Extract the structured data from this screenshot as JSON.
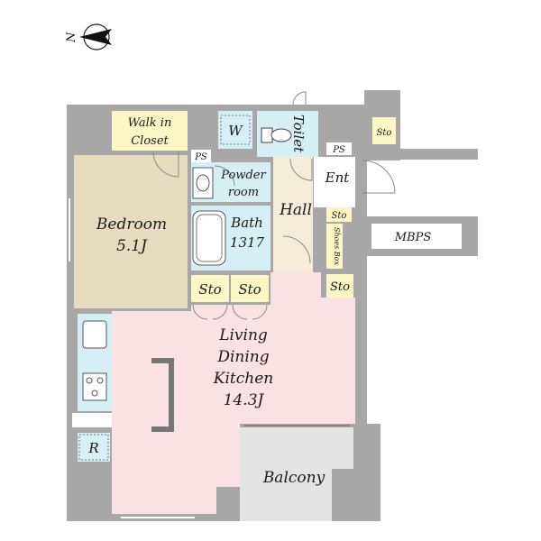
{
  "compass": {
    "north_label": "N"
  },
  "rooms": {
    "walk_in_closet": {
      "line1": "Walk in",
      "line2": "Closet"
    },
    "bedroom": {
      "line1": "Bedroom",
      "line2": "5.1J"
    },
    "ps_left": "PS",
    "powder_room": {
      "line1": "Powder",
      "line2": "room"
    },
    "washer": "W",
    "toilet": "Toilet",
    "ps_right": "PS",
    "storage_top_right": "Sto",
    "entrance": "Ent",
    "hall": "Hall",
    "bath": {
      "line1": "Bath",
      "line2": "1317"
    },
    "storage_hall": "Sto",
    "shoes_box": "Shoes Box",
    "mbps": "MBPS",
    "storage_left": "Sto",
    "storage_mid": "Sto",
    "storage_entry": "Sto",
    "ldk": {
      "line1": "Living",
      "line2": "Dining",
      "line3": "Kitchen",
      "line4": "14.3J"
    },
    "refrigerator": "R",
    "balcony": "Balcony"
  },
  "colors": {
    "wall": "#a7a7a7",
    "bedroom": "#e7dcc0",
    "ldk": "#fae1e4",
    "wet_area": "#d6eff4",
    "storage": "#fbf6c4",
    "hall": "#f3ecd6",
    "balcony": "#e4e4e4"
  }
}
